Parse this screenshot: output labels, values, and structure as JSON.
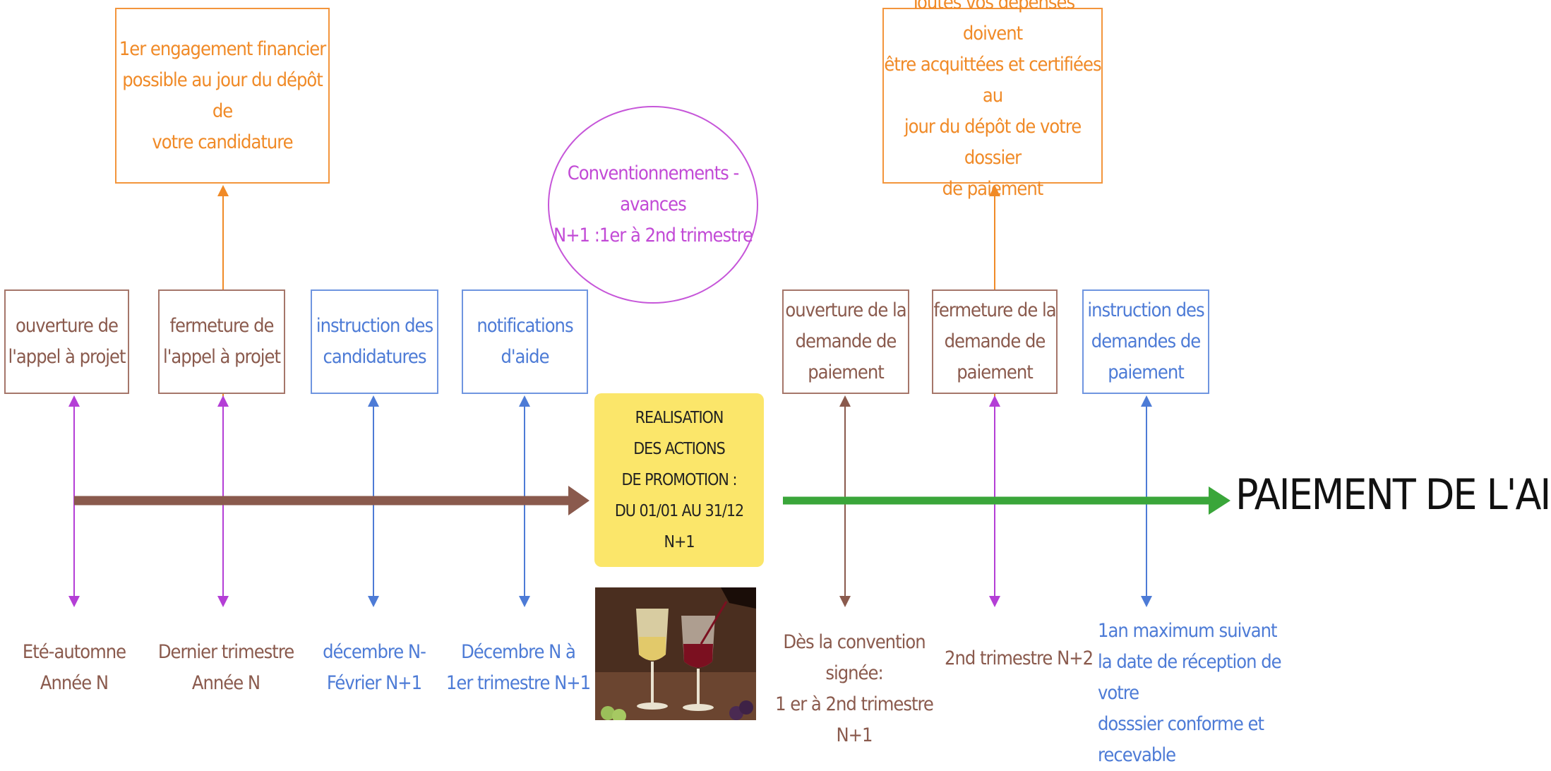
{
  "colors": {
    "brown": "#8a5a4d",
    "blue": "#4d7bd6",
    "orange": "#f08a27",
    "purple": "#c24ad6",
    "green": "#3aa63a",
    "yellow": "#fbe66a"
  },
  "top_boxes": {
    "engagement": "1er engagement  financier\npossible au jour du dépôt de\nvotre candidature",
    "depenses": "Toutes vos dépenses doivent\nêtre acquittées et certifiées au\njour du dépôt de votre dossier\nde paiement"
  },
  "circle": {
    "text": "Conventionnements -\navances\nN+1 :1er à 2nd  trimestre"
  },
  "steps": [
    {
      "label": "ouverture de\nl'appel à projet"
    },
    {
      "label": "fermeture de\nl'appel à projet"
    },
    {
      "label": "instruction des\ncandidatures"
    },
    {
      "label": "notifications\nd'aide"
    },
    {
      "label": "ouverture de la\ndemande de\npaiement"
    },
    {
      "label": "fermeture de la\ndemande de\npaiement"
    },
    {
      "label": "instruction des\ndemandes de\npaiement"
    }
  ],
  "realisation": {
    "text": "REALISATION\nDES ACTIONS\nDE PROMOTION :\nDU 01/01 AU 31/12\nN+1"
  },
  "final": {
    "text": "PAIEMENT DE L'AIDE"
  },
  "dates": [
    {
      "text": "Eté-automne\nAnnée N"
    },
    {
      "text": "Dernier trimestre\nAnnée N"
    },
    {
      "text": "décembre N-\nFévrier N+1"
    },
    {
      "text": "Décembre N  à\n1er trimestre N+1"
    },
    {
      "text": "Dès la convention signée:\n1 er à 2nd trimestre N+1"
    },
    {
      "text": "2nd trimestre N+2"
    },
    {
      "text": "1an maximum suivant\nla date de réception de votre\ndosssier conforme et recevable"
    }
  ],
  "photo": {
    "icon": "wine-glasses-photo"
  }
}
